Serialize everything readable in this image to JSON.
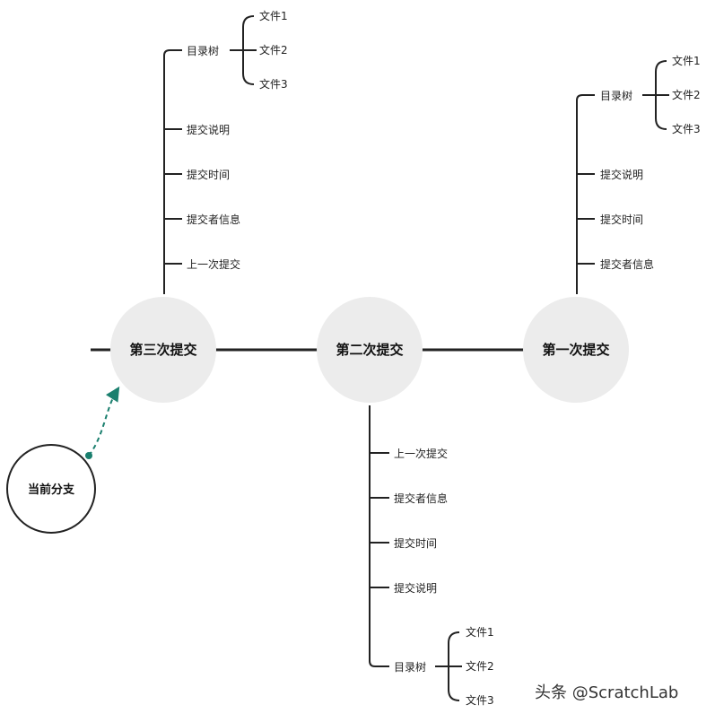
{
  "colors": {
    "line": "#222222",
    "node_fill": "#ececec",
    "arrow": "#1a7f6e",
    "background": "#ffffff"
  },
  "commits": {
    "third": {
      "label": "第三次提交",
      "fields": [
        "上一次提交",
        "提交者信息",
        "提交时间",
        "提交说明"
      ],
      "tree": {
        "label": "目录树",
        "files": [
          "文件1",
          "文件2",
          "文件3"
        ]
      }
    },
    "second": {
      "label": "第二次提交",
      "fields": [
        "上一次提交",
        "提交者信息",
        "提交时间",
        "提交说明"
      ],
      "tree": {
        "label": "目录树",
        "files": [
          "文件1",
          "文件2",
          "文件3"
        ]
      }
    },
    "first": {
      "label": "第一次提交",
      "fields": [
        "提交说明",
        "提交时间",
        "提交者信息"
      ],
      "tree": {
        "label": "目录树",
        "files": [
          "文件1",
          "文件2",
          "文件3"
        ]
      }
    }
  },
  "branch": {
    "label": "当前分支"
  },
  "watermark": "头条 @ScratchLab"
}
